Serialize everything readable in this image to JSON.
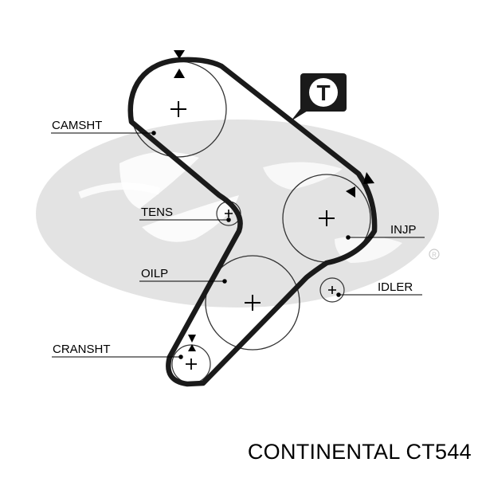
{
  "labels": {
    "camshaft": "CAMSHT",
    "tensioner": "TENS",
    "oil_pump": "OILP",
    "crankshaft": "CRANSHT",
    "injection_pump": "INJP",
    "idler": "IDLER"
  },
  "tension_badge": "T",
  "caption": "CONTINENTAL CT544",
  "colors": {
    "belt": "#1a1a1a",
    "watermark": "#e3e3e3",
    "ink": "#000000",
    "background": "#ffffff"
  },
  "icons": [
    "timing-mark-icon",
    "registered-icon",
    "tension-badge-icon"
  ]
}
